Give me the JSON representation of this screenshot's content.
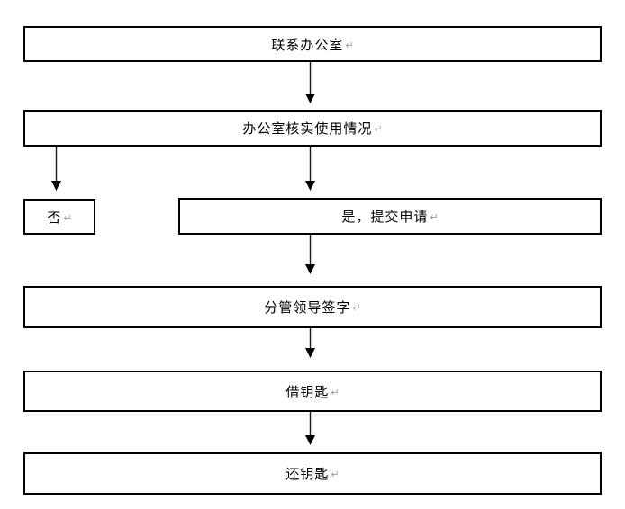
{
  "diagram": {
    "title": "key-borrowing-flowchart",
    "return_mark": "↵",
    "colors": {
      "border": "#000000",
      "background": "#ffffff",
      "text": "#000000",
      "mark_gray": "#9a9a9a"
    },
    "nodes": [
      {
        "id": "contact-office",
        "label": "联系办公室"
      },
      {
        "id": "office-verify",
        "label": "办公室核实使用情况"
      },
      {
        "id": "no",
        "label": "否"
      },
      {
        "id": "yes-submit",
        "label": "是，提交申请"
      },
      {
        "id": "leader-sign",
        "label": "分管领导签字"
      },
      {
        "id": "borrow-key",
        "label": "借钥匙"
      },
      {
        "id": "return-key",
        "label": "还钥匙"
      }
    ],
    "edges": [
      {
        "from": "contact-office",
        "to": "office-verify"
      },
      {
        "from": "office-verify",
        "to": "no"
      },
      {
        "from": "office-verify",
        "to": "yes-submit"
      },
      {
        "from": "yes-submit",
        "to": "leader-sign"
      },
      {
        "from": "leader-sign",
        "to": "borrow-key"
      },
      {
        "from": "borrow-key",
        "to": "return-key"
      }
    ]
  }
}
